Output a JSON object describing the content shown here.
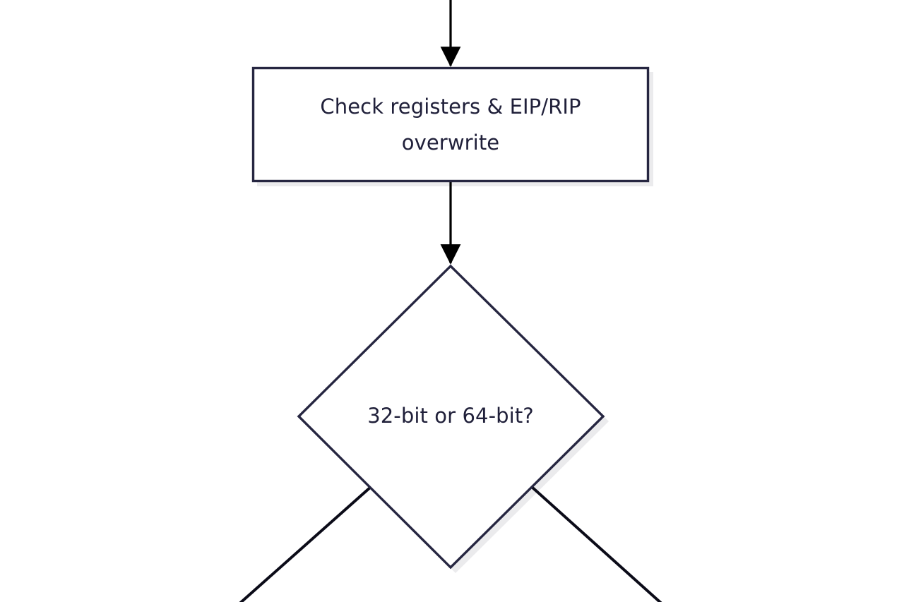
{
  "diagram": {
    "type": "flowchart",
    "title": "",
    "background_color": "#ffffff",
    "node_border_color": "#262641",
    "node_fill_color": "#ffffff",
    "node_text_color": "#20203a",
    "edge_color": "#000000",
    "shadow_color": "#ebebed",
    "nodes": [
      {
        "id": "check-registers",
        "shape": "rectangle",
        "text_line1": "Check registers & EIP/RIP",
        "text_line2": "overwrite"
      },
      {
        "id": "bitness-decision",
        "shape": "diamond",
        "text_line1": "32-bit or 64-bit?"
      }
    ],
    "edges": [
      {
        "id": "edge-into-check",
        "from": "(offscreen above)",
        "to": "check-registers",
        "arrow": true,
        "label": ""
      },
      {
        "id": "edge-check-to-decision",
        "from": "check-registers",
        "to": "bitness-decision",
        "arrow": true,
        "label": ""
      },
      {
        "id": "edge-decision-left",
        "from": "bitness-decision",
        "to": "(offscreen below-left)",
        "arrow": false,
        "label": ""
      },
      {
        "id": "edge-decision-right",
        "from": "bitness-decision",
        "to": "(offscreen below-right)",
        "arrow": false,
        "label": ""
      }
    ]
  }
}
